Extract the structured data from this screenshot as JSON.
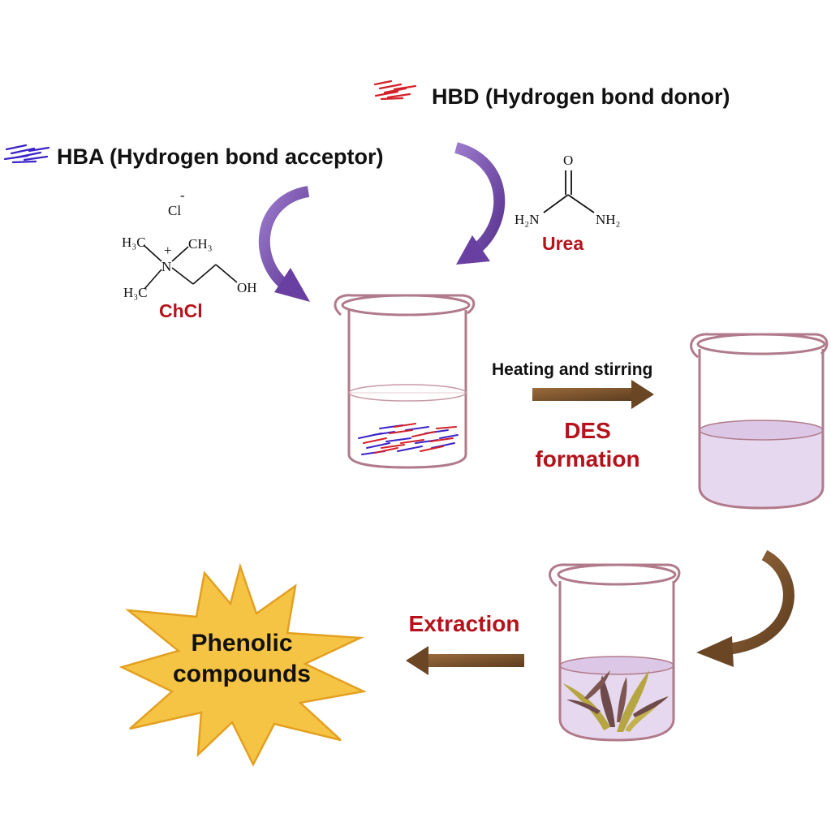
{
  "legend": {
    "hbd_label": "HBD (Hydrogen bond donor)",
    "hba_label": "HBA (Hydrogen bond acceptor)"
  },
  "molecules": {
    "urea": {
      "name": "Urea",
      "atoms": {
        "oxygen": "O",
        "left_amine": "H₂N",
        "right_amine": "NH₂"
      }
    },
    "chcl": {
      "name": "ChCl",
      "atoms": {
        "chloride": "Cl",
        "chloride_charge": "-",
        "nitrogen": "N",
        "nitrogen_charge": "+",
        "methyl_top_left": "H₃C",
        "methyl_top_right": "CH₃",
        "methyl_bottom": "H₃C",
        "hydroxyl": "OH"
      }
    }
  },
  "steps": {
    "heating_label": "Heating and stirring",
    "des_line1": "DES",
    "des_line2": "formation",
    "extraction_label": "Extraction"
  },
  "result": {
    "line1": "Phenolic",
    "line2": "compounds"
  },
  "colors": {
    "hbd": "#d42028",
    "hba": "#3a22c8",
    "label_red": "#b5121b",
    "purple_arrow": "#7a4fb0",
    "brown_arrow": "#7b5530",
    "beaker_outline": "#b07a8a",
    "des_liquid": "#e6d8ee",
    "star_fill": "#f6c445",
    "leaf_olive": "#b5a642",
    "leaf_brown": "#6e4a4a"
  }
}
